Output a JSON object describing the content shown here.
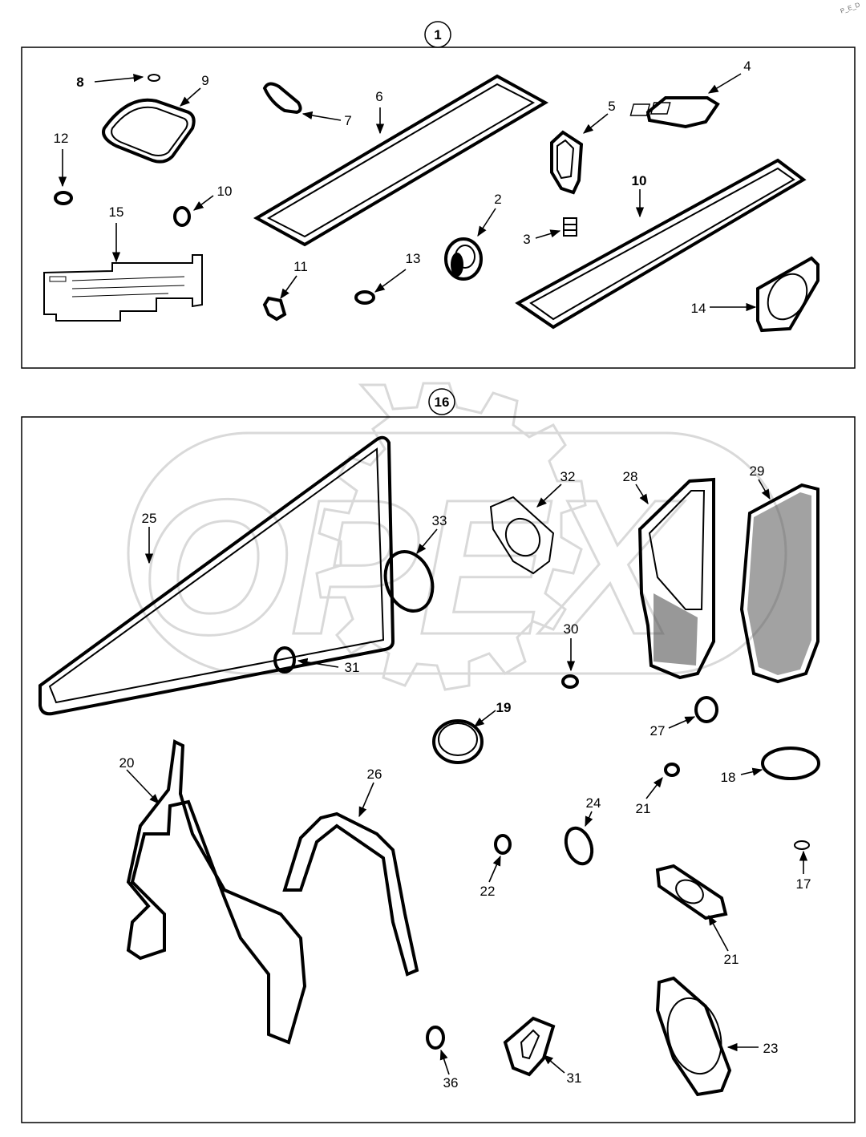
{
  "corner_code": "P_E_D",
  "watermark": "OPEX",
  "groups": {
    "top": {
      "ref": "1"
    },
    "bottom": {
      "ref": "16"
    }
  },
  "callouts_top": {
    "c2": "2",
    "c3": "3",
    "c4": "4",
    "c5": "5",
    "c6": "6",
    "c7": "7",
    "c8": "8",
    "c9": "9",
    "c10a": "10",
    "c10b": "10",
    "c11": "11",
    "c12": "12",
    "c13": "13",
    "c14": "14",
    "c15": "15"
  },
  "callouts_bottom": {
    "c17": "17",
    "c18": "18",
    "c19": "19",
    "c20": "20",
    "c21a": "21",
    "c21b": "21",
    "c22": "22",
    "c23": "23",
    "c24": "24",
    "c25": "25",
    "c26": "26",
    "c27": "27",
    "c28": "28",
    "c29": "29",
    "c30": "30",
    "c31a": "31",
    "c31b": "31",
    "c32": "32",
    "c33": "33",
    "c36": "36"
  }
}
